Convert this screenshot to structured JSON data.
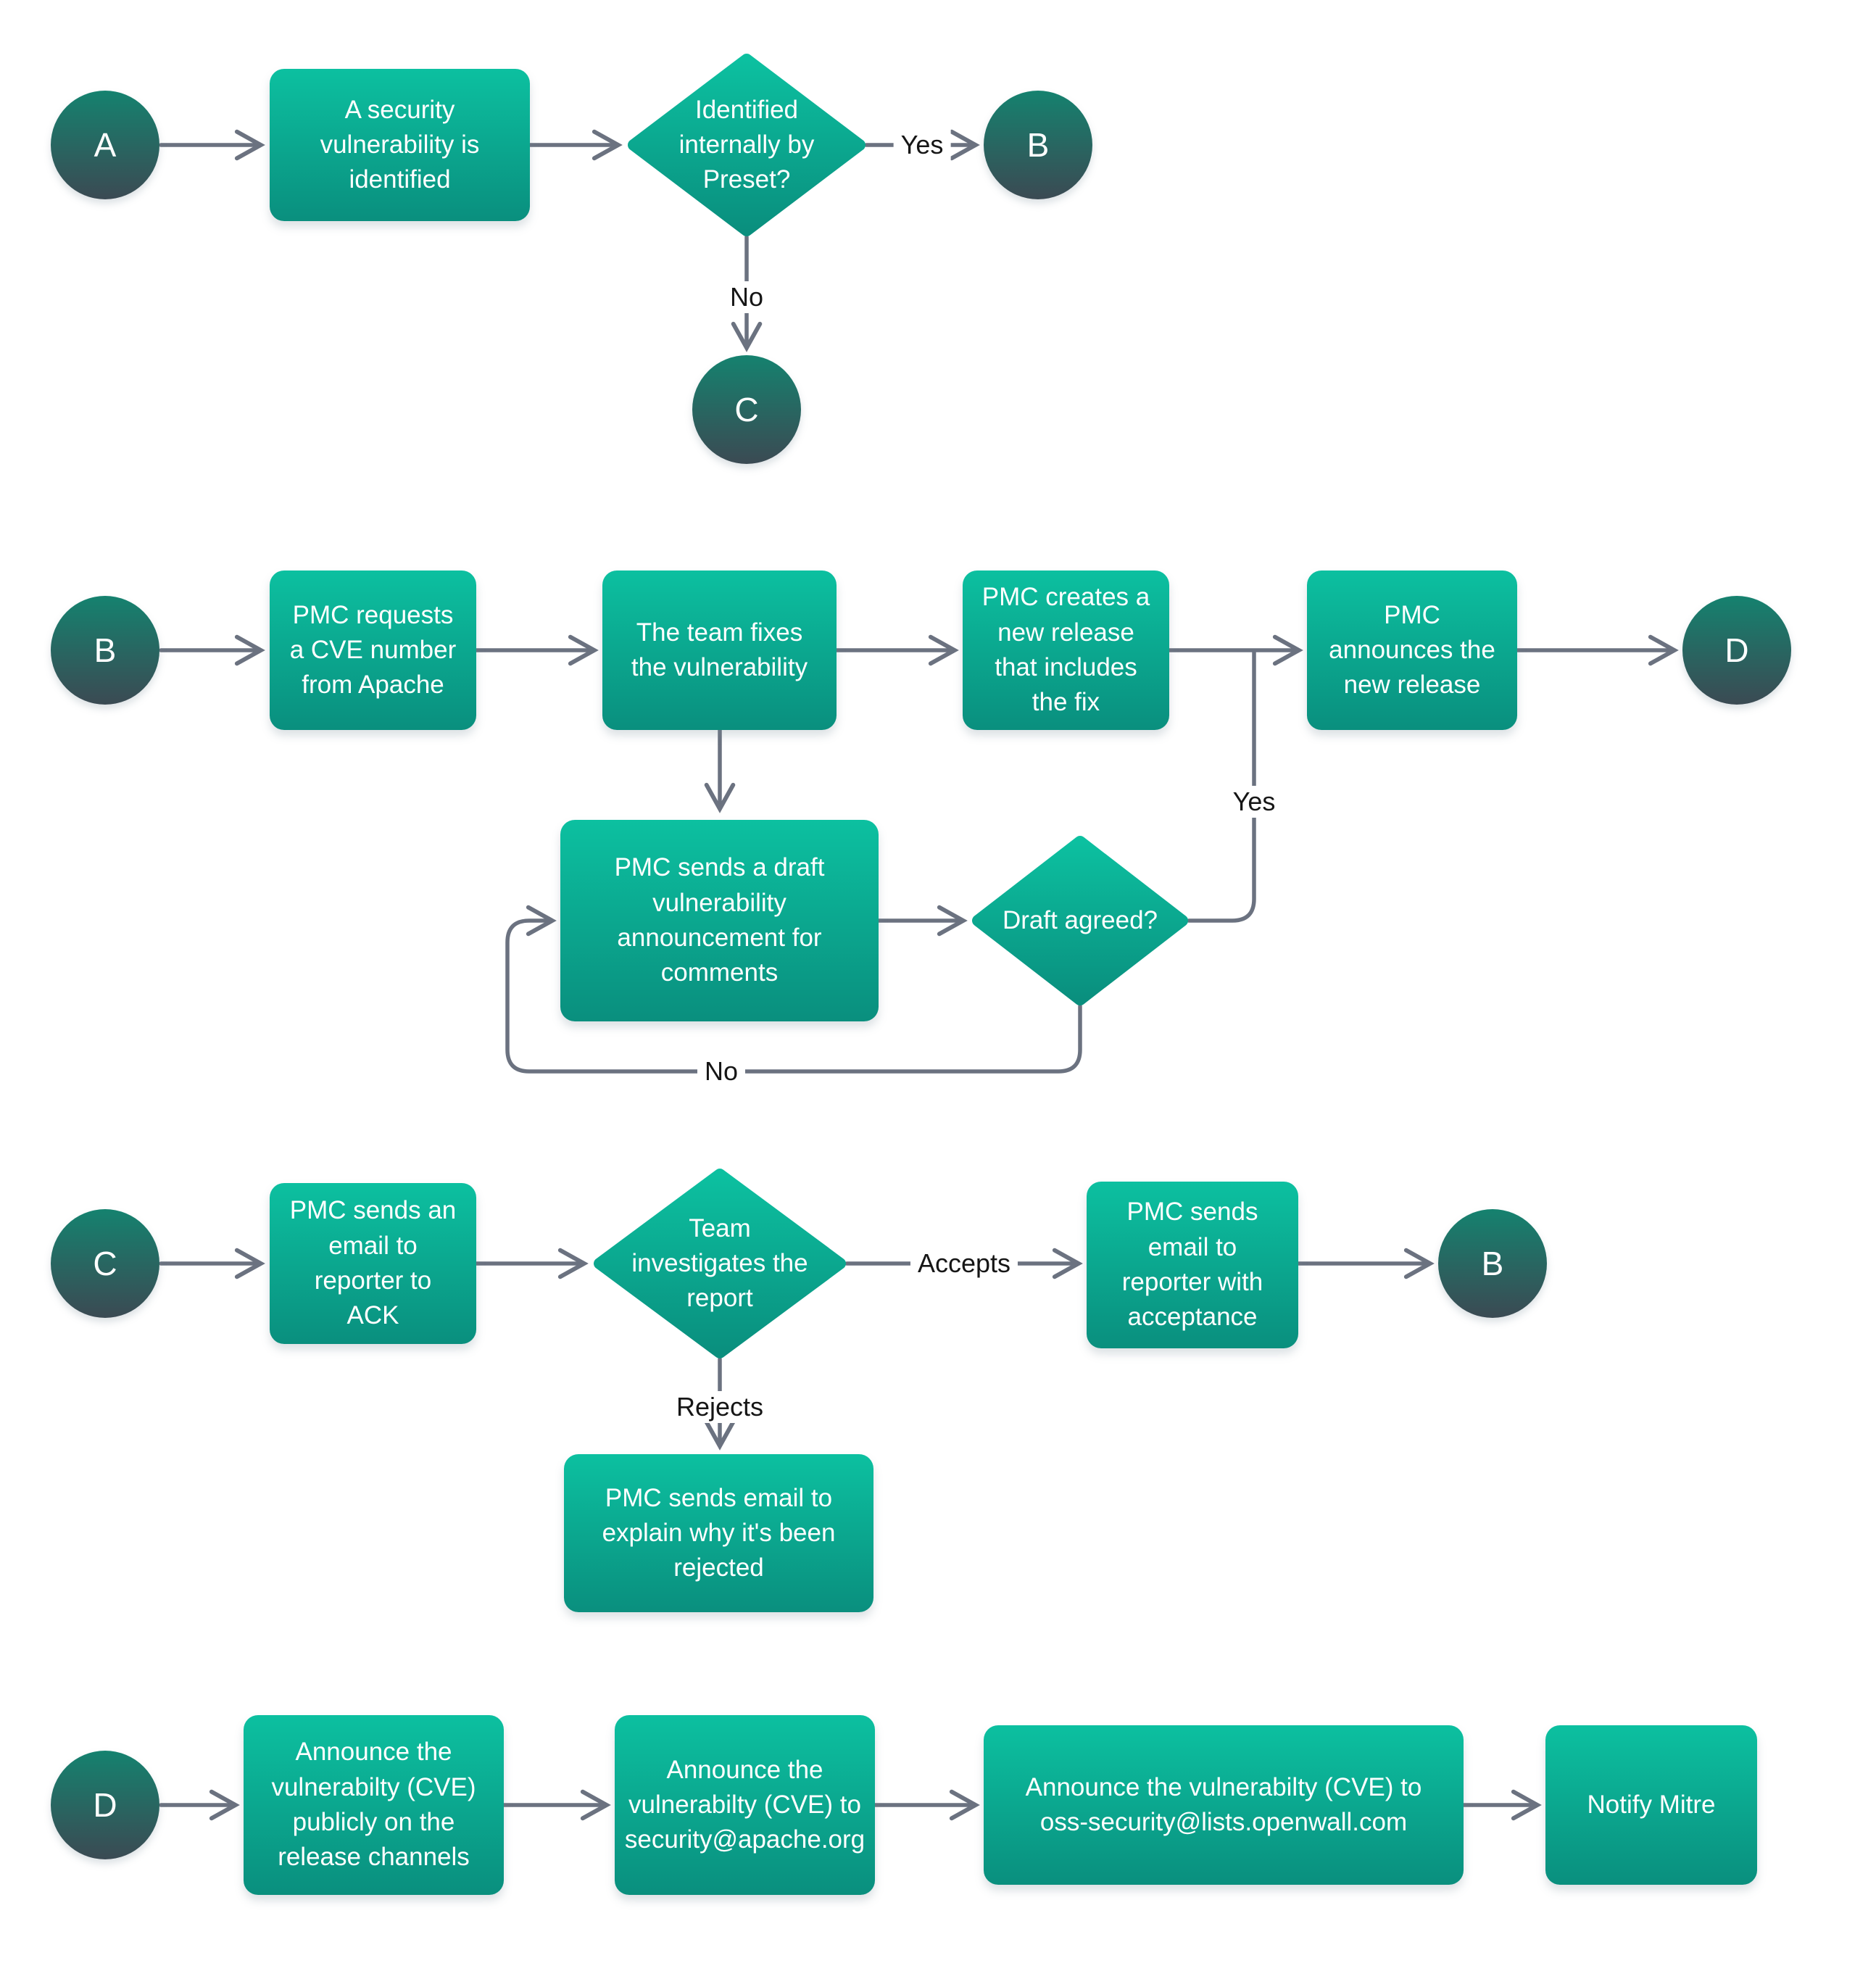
{
  "flowchart": {
    "palette": {
      "process_gradient_top": "#0cc0a0",
      "process_gradient_bottom": "#0a8f7e",
      "terminal_gradient_top": "#15826f",
      "terminal_gradient_bottom": "#3b4a53",
      "connector": "#6b7280",
      "edge_label_text": "#161616",
      "node_text": "#ffffff"
    },
    "terminals": {
      "a_start": "A",
      "b_row1": "B",
      "c_row1": "C",
      "b_row2": "B",
      "d_row2": "D",
      "c_row3": "C",
      "b_row3": "B",
      "d_row4": "D"
    },
    "processes": {
      "identified": "A security vulnerability is identified",
      "request_cve": "PMC requests a CVE number from Apache",
      "team_fixes": "The team fixes the vulnerability",
      "new_release": "PMC creates a new release that includes the fix",
      "announce_release": "PMC announces the new release",
      "draft_announcement": "PMC sends a draft vulnerability announcement for comments",
      "ack_email": "PMC sends an email to reporter to ACK",
      "acceptance_email": "PMC sends email to reporter with acceptance",
      "rejection_email": "PMC sends email to explain why it's been rejected",
      "announce_public": "Announce the vulnerabilty (CVE) publicly on the release channels",
      "announce_apache": "Announce the vulnerabilty (CVE) to security@apache.org",
      "announce_openwall": "Announce the vulnerabilty (CVE) to oss-security@lists.openwall.com",
      "notify_mitre": "Notify Mitre"
    },
    "decisions": {
      "identified_internally": "Identified internally by Preset?",
      "draft_agreed": "Draft agreed?",
      "team_investigates": "Team investigates the report"
    },
    "edge_labels": {
      "yes_internal": "Yes",
      "no_internal": "No",
      "yes_draft": "Yes",
      "no_draft": "No",
      "accepts": "Accepts",
      "rejects": "Rejects"
    }
  }
}
